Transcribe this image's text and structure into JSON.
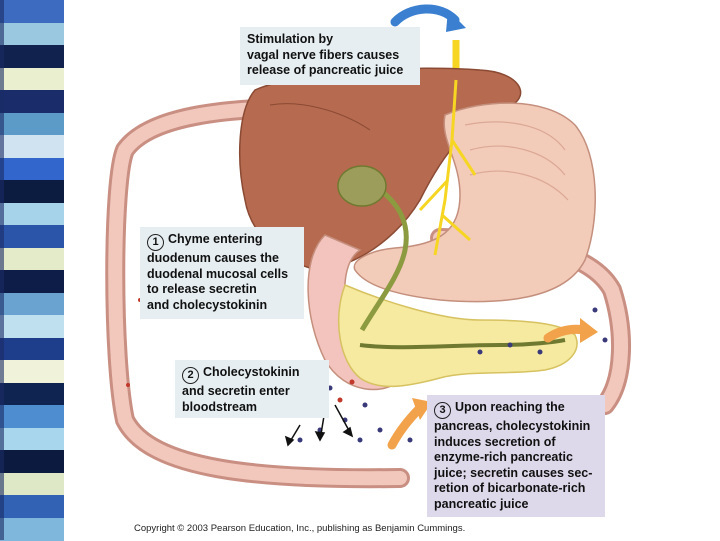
{
  "strip": {
    "tiles": [
      "#3d6bbf",
      "#9ac8e0",
      "#11224f",
      "#e9efcf",
      "#1a2d6a",
      "#5c9ac7",
      "#cfe3f0",
      "#3366cc",
      "#0c1b40",
      "#a7d3ea",
      "#2b55a8",
      "#e4ebc8",
      "#0d1d47",
      "#6aa3d0",
      "#bfe0ef",
      "#1e3d8a",
      "#f0f3da",
      "#102452",
      "#4d8dd0",
      "#a8d6ec",
      "#0b1a3e",
      "#dfe8c6",
      "#3162b4",
      "#7fb6dc"
    ]
  },
  "callouts": [
    {
      "number": "",
      "lines": [
        "Stimulation by",
        "vagal nerve fibers causes",
        "release of pancreatic juice"
      ]
    },
    {
      "number": "1",
      "lines": [
        "Chyme entering",
        "duodenum causes the",
        "duodenal mucosal cells",
        "to release secretin",
        "and cholecystokinin"
      ]
    },
    {
      "number": "2",
      "lines": [
        "Cholecystokinin",
        "and secretin enter",
        "bloodstream"
      ]
    },
    {
      "number": "3",
      "lines": [
        "Upon reaching the",
        "pancreas, cholecystokinin",
        "induces secretion of",
        "enzyme-rich pancreatic",
        "juice; secretin causes sec-",
        "retion of bicarbonate-rich",
        "pancreatic juice"
      ]
    }
  ],
  "copyright": "Copyright © 2003 Pearson Education, Inc., publishing as Benjamin Cummings.",
  "colors": {
    "liver": "#b66a4f",
    "stomach": "#f3cbb9",
    "pancreas": "#f6e9a0",
    "gallbladder": "#9c9d5a",
    "blood_vessel": "#f2c8bd",
    "nerve": "#f6d622",
    "arrow_blue": "#3b7fd1",
    "arrow_orange": "#f2a24a"
  }
}
